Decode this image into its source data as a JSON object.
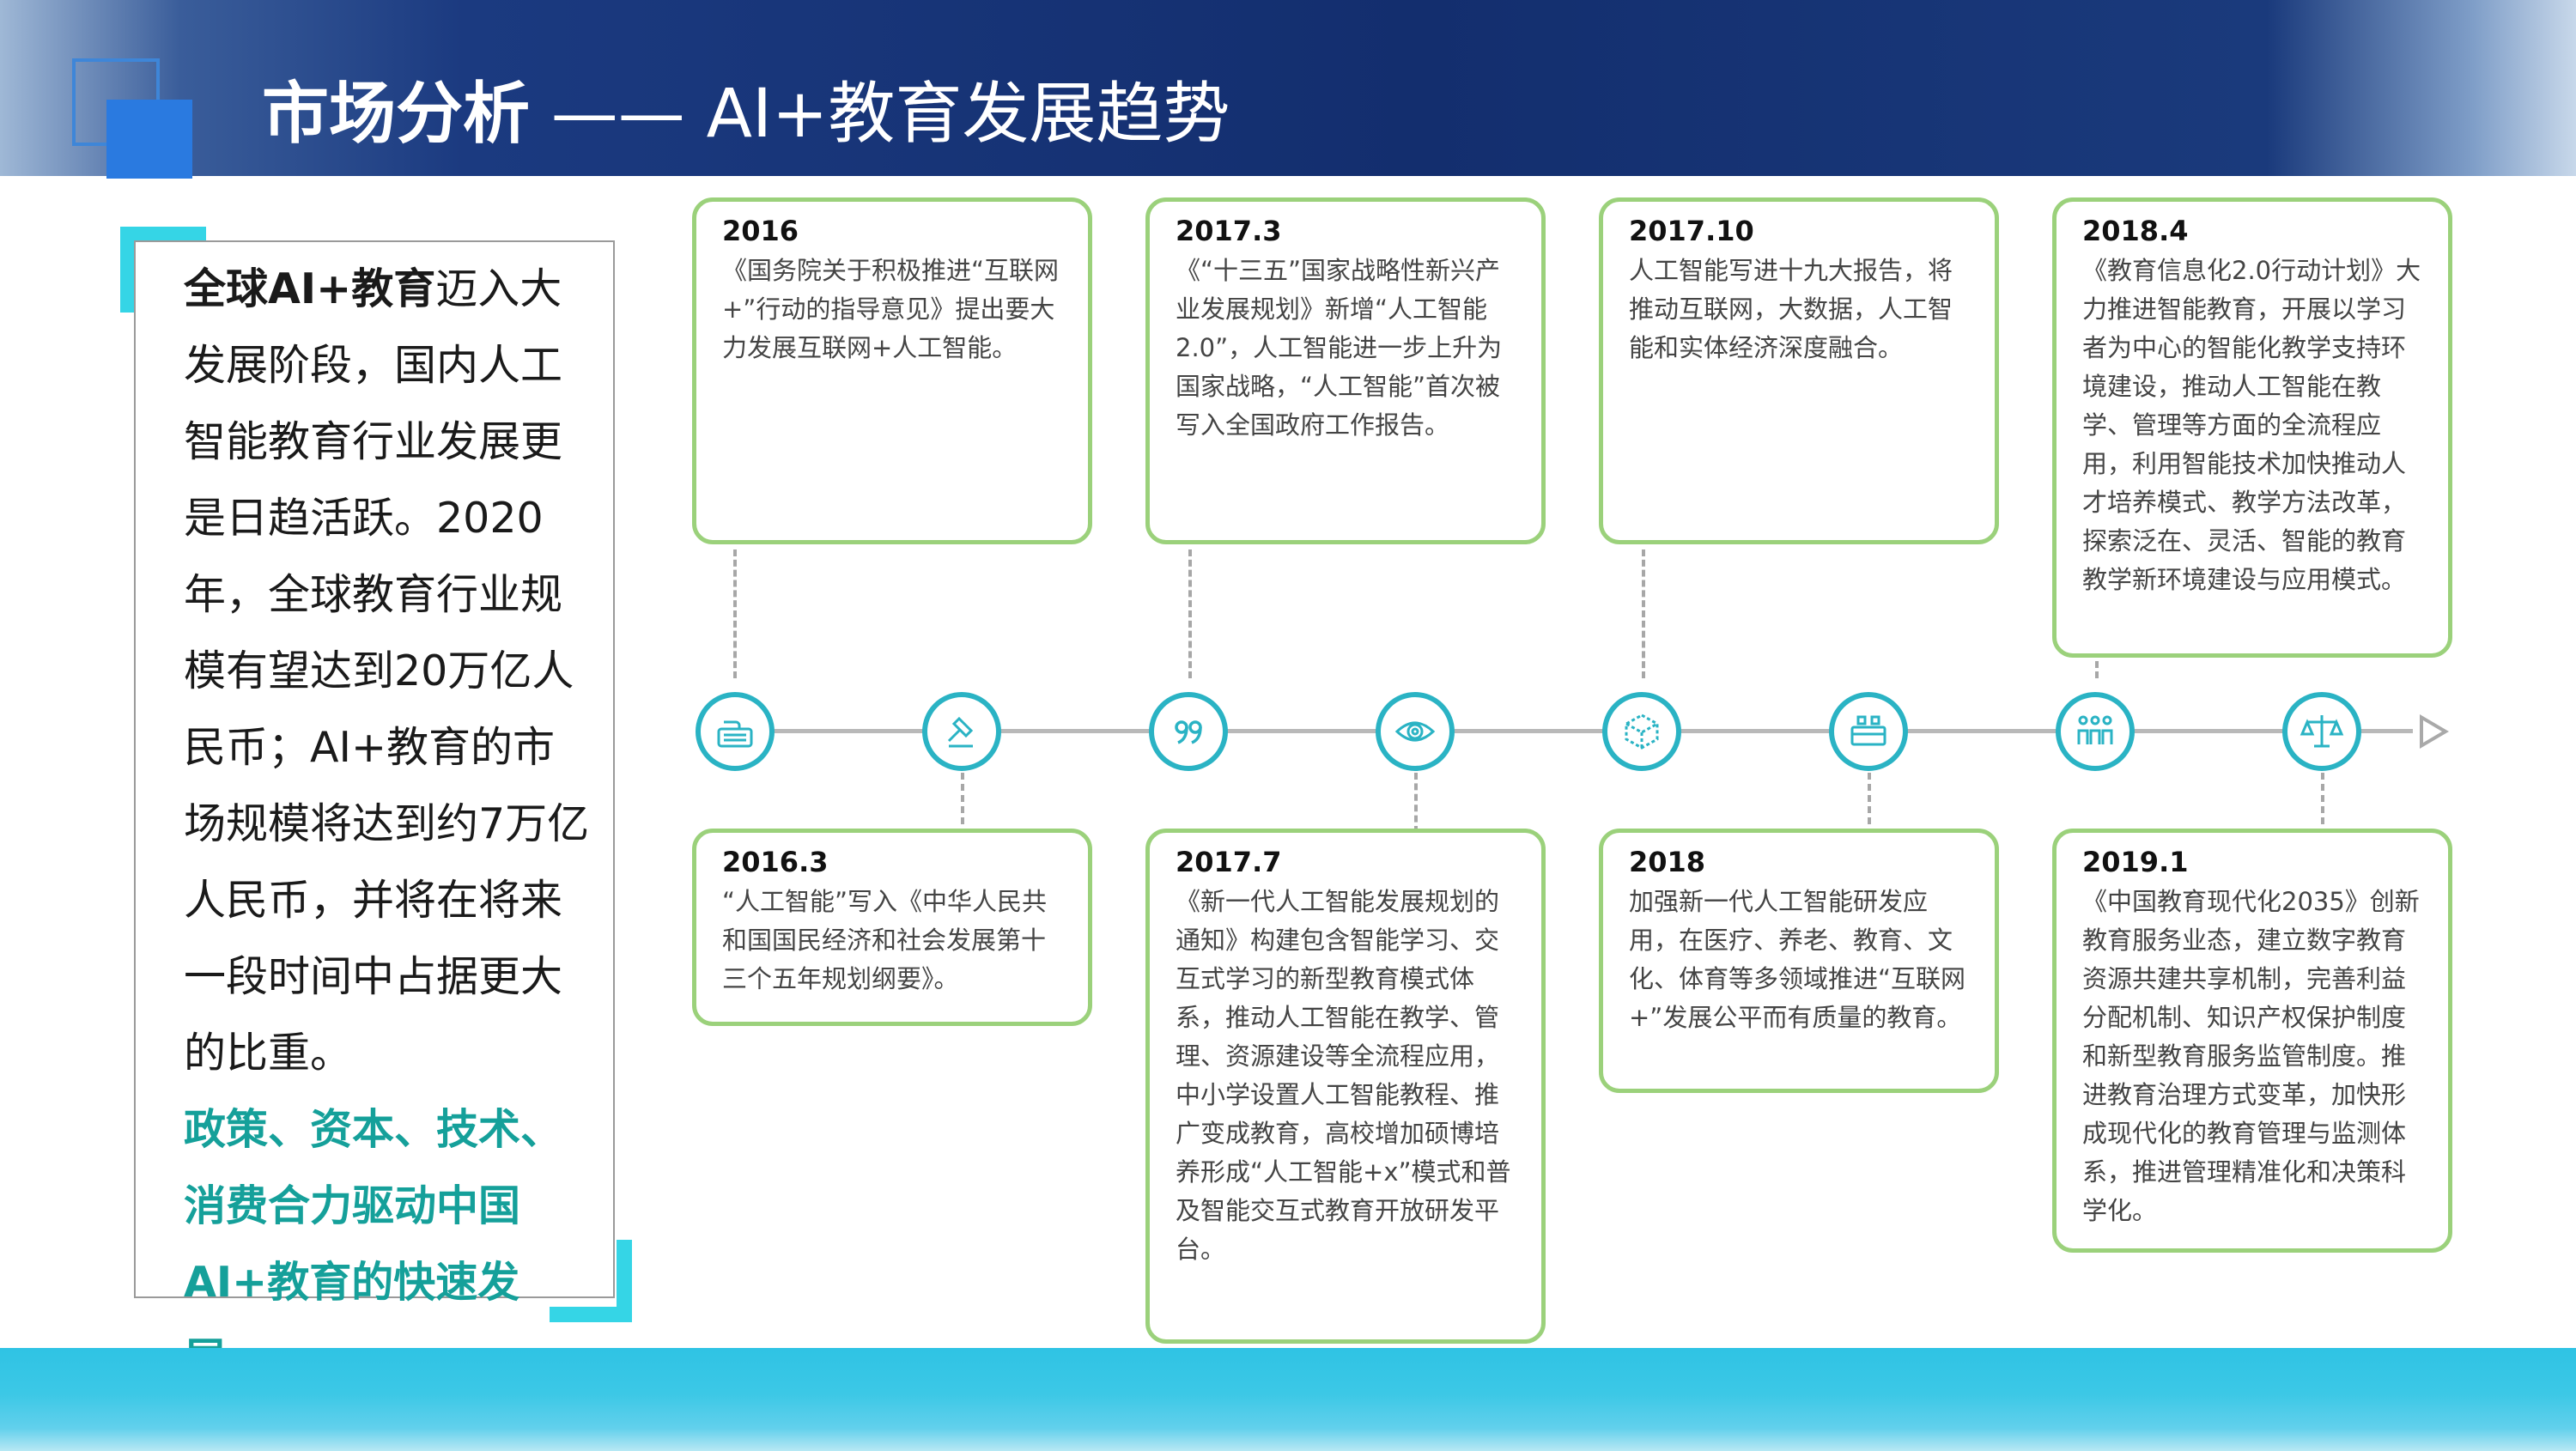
{
  "header": {
    "title_bold": "市场分析",
    "title_sep": " —— ",
    "title_rest": "AI+教育发展趋势"
  },
  "intro": {
    "lead_bold": "全球AI+教育",
    "body": "迈入大发展阶段，国内人工智能教育行业发展更是日趋活跃。2020年，全球教育行业规模有望达到20万亿人民币；AI+教育的市场规模将达到约7万亿人民币，并将在将来一段时间中占据更大的比重。",
    "highlight": "政策、资本、技术、消费合力驱动中国AI+教育的快速发展。"
  },
  "timeline": {
    "nodes": [
      {
        "icon": "keyboard-icon"
      },
      {
        "icon": "gavel-icon"
      },
      {
        "icon": "quote-icon"
      },
      {
        "icon": "eye-icon"
      },
      {
        "icon": "cube-icon"
      },
      {
        "icon": "meeting-icon"
      },
      {
        "icon": "people-icon"
      },
      {
        "icon": "scale-icon"
      }
    ],
    "events": [
      {
        "date": "2016",
        "desc": "《国务院关于积极推进“互联网+”行动的指导意见》提出要大力发展互联网+人工智能。"
      },
      {
        "date": "2016.3",
        "desc": "“人工智能”写入《中华人民共和国国民经济和社会发展第十三个五年规划纲要》。"
      },
      {
        "date": "2017.3",
        "desc": "《“十三五”国家战略性新兴产业发展规划》新增“人工智能2.0”，人工智能进一步上升为国家战略，“人工智能”首次被写入全国政府工作报告。"
      },
      {
        "date": "2017.7",
        "desc": "《新一代人工智能发展规划的通知》构建包含智能学习、交互式学习的新型教育模式体系，推动人工智能在教学、管理、资源建设等全流程应用，中小学设置人工智能教程、推广变成教育，高校增加硕博培养形成“人工智能+x”模式和普及智能交互式教育开放研发平台。"
      },
      {
        "date": "2017.10",
        "desc": "人工智能写进十九大报告，将推动互联网，大数据，人工智能和实体经济深度融合。"
      },
      {
        "date": "2018",
        "desc": "加强新一代人工智能研发应用，在医疗、养老、教育、文化、体育等多领域推进“互联网+”发展公平而有质量的教育。"
      },
      {
        "date": "2018.4",
        "desc": "《教育信息化2.0行动计划》大力推进智能教育，开展以学习者为中心的智能化教学支持环境建设，推动人工智能在教学、管理等方面的全流程应用，利用智能技术加快推动人才培养模式、教学方法改革，探索泛在、灵活、智能的教育教学新环境建设与应用模式。"
      },
      {
        "date": "2019.1",
        "desc": "《中国教育现代化2035》创新教育服务业态，建立数字教育资源共建共享机制，完善利益分配机制、知识产权保护制度和新型教育服务监管制度。推进教育治理方式变革，加快形成现代化的教育管理与监测体系，推进管理精准化和决策科学化。"
      }
    ]
  }
}
